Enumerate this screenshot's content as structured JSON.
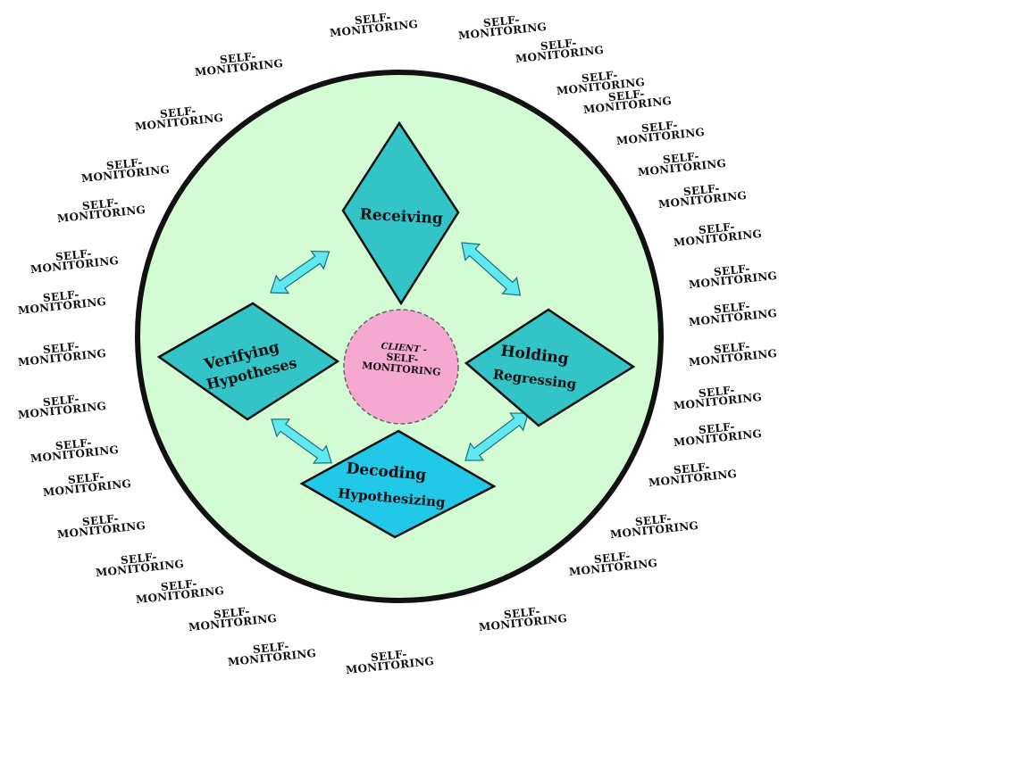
{
  "diagram": {
    "center": {
      "line1": "CLIENT -",
      "line2": "SELF-",
      "line3": "MONITORING"
    },
    "nodes": {
      "receiving": {
        "line1": "Receiving"
      },
      "holding": {
        "line1": "Holding",
        "line2": "Regressing"
      },
      "decoding": {
        "line1": "Decoding",
        "line2": "Hypothesizing"
      },
      "verifying": {
        "line1": "Verifying",
        "line2": "Hypotheses"
      }
    },
    "ring_label": {
      "line1": "SELF-",
      "line2": "MONITORING"
    },
    "colors": {
      "outer_circle_fill": "#d4fcd4",
      "outer_circle_stroke": "#111111",
      "diamond_fill": "#33c4c8",
      "decoding_fill": "#22c8e8",
      "center_fill": "#f5a8d0",
      "arrow_fill": "#5fe8f0"
    }
  }
}
